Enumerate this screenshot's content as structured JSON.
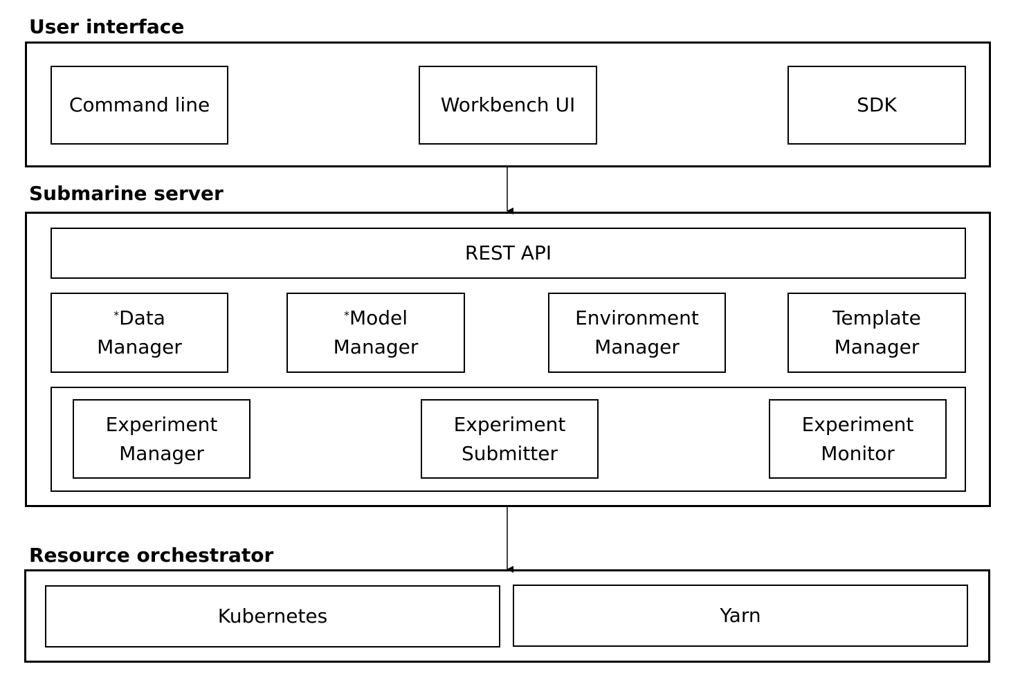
{
  "user_interface": {
    "label": "User interface",
    "items": [
      "Command line",
      "Workbench UI",
      "SDK"
    ]
  },
  "submarine_server": {
    "label": "Submarine server",
    "rest_api": "REST API",
    "managers": [
      {
        "marker": "*",
        "line1": "Data",
        "line2": "Manager"
      },
      {
        "marker": "*",
        "line1": "Model",
        "line2": "Manager"
      },
      {
        "marker": "",
        "line1": "Environment",
        "line2": "Manager"
      },
      {
        "marker": "",
        "line1": "Template",
        "line2": "Manager"
      }
    ],
    "experiment": [
      {
        "line1": "Experiment",
        "line2": "Manager"
      },
      {
        "line1": "Experiment",
        "line2": "Submitter"
      },
      {
        "line1": "Experiment",
        "line2": "Monitor"
      }
    ]
  },
  "resource_orchestrator": {
    "label": "Resource orchestrator",
    "items": [
      "Kubernetes",
      "Yarn"
    ]
  }
}
